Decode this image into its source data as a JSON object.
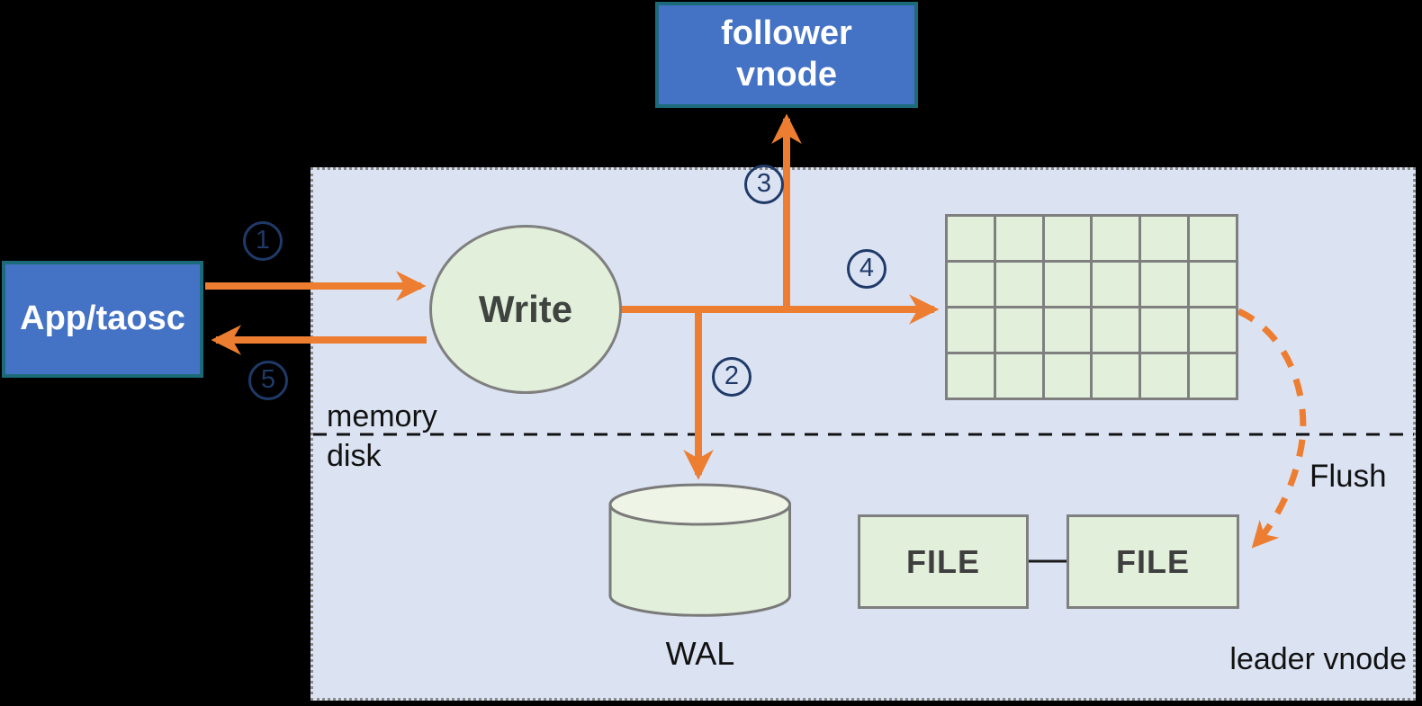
{
  "region": {
    "label": "leader vnode"
  },
  "nodes": {
    "app": {
      "label": "App/taosc"
    },
    "follower": {
      "label": "follower\nvnode"
    },
    "write": {
      "label": "Write"
    },
    "mem_grid": {
      "rows": 4,
      "cols": 6
    },
    "wal": {
      "label": "WAL"
    },
    "file_left": {
      "label": "FILE"
    },
    "file_right": {
      "label": "FILE"
    }
  },
  "labels": {
    "memory": "memory",
    "disk": "disk",
    "flush": "Flush"
  },
  "steps": [
    "1",
    "2",
    "3",
    "4",
    "5"
  ],
  "colors": {
    "background": "#000000",
    "region_fill": "#DBE3F3",
    "region_border": "#8B8B8B",
    "arrow_orange": "#ED7D31",
    "step_badge_navy": "#1F3A68",
    "node_green_fill": "#E2EFDA",
    "node_gray_border": "#7F7F7F",
    "box_blue_fill": "#4472C4",
    "box_teal_border": "#1C6B7A",
    "divider_black": "#111111"
  }
}
